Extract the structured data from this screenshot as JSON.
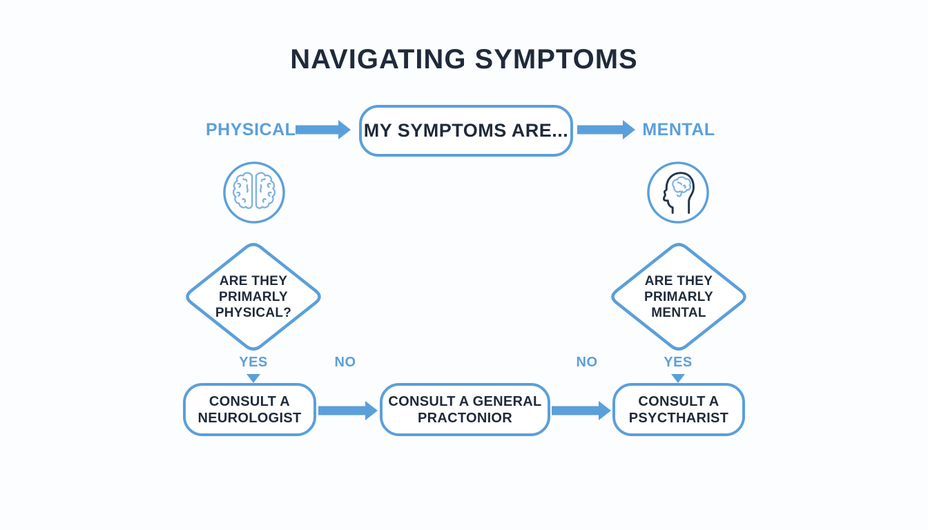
{
  "title": "NAVIGATING SYMPTOMS",
  "colors": {
    "accent_blue": "#5b9fda",
    "light_blue": "#82b4e4",
    "navy_text": "#1f2a3a",
    "background": "#fcfdff"
  },
  "top_flow": {
    "left_label": "PHYSICAL",
    "center_box_label": "MY SYMPTOMS ARE...",
    "right_label": "MENTAL"
  },
  "physical_branch": {
    "icon": "brain-icon",
    "question_line1": "ARE THEY",
    "question_line2": "PRIMARLY",
    "question_line3": "PHYSICAL?",
    "yes_label": "YES",
    "no_label": "NO",
    "result_line1": "CONSULT A",
    "result_line2": "NEUROLOGIST"
  },
  "mental_branch": {
    "icon": "head-brain-icon",
    "question_line1": "ARE THEY",
    "question_line2": "PRIMARLY",
    "question_line3": "MENTAL",
    "yes_label": "YES",
    "no_label": "NO",
    "result_line1": "CONSULT A",
    "result_line2": "PSYCTHARIST"
  },
  "general_result": {
    "line1": "CONSULT A GENERAL",
    "line2": "PRACTONIOR"
  }
}
